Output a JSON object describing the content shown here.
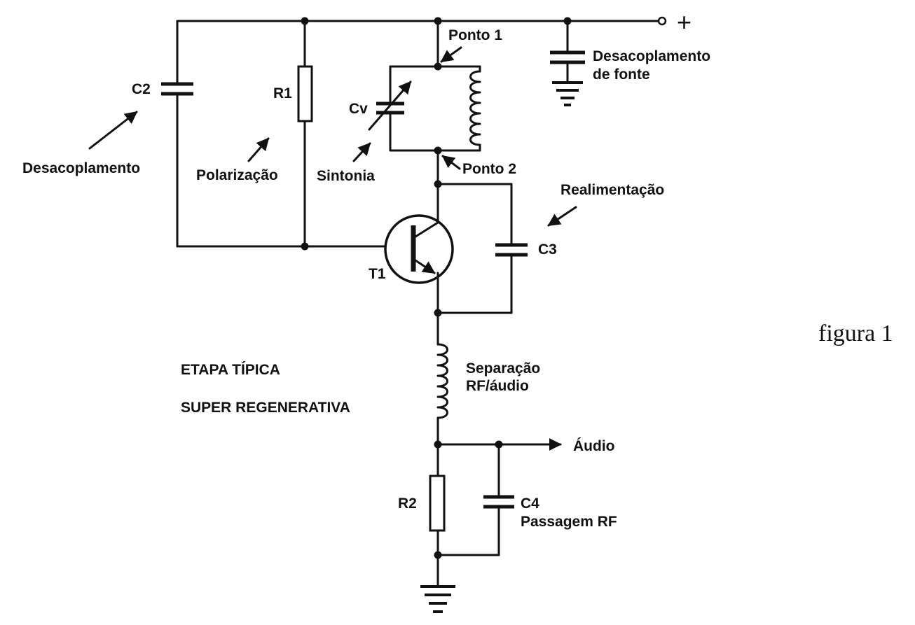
{
  "labels": {
    "plus": "+",
    "ponto1": "Ponto 1",
    "ponto2": "Ponto 2",
    "desac_fonte_1": "Desacoplamento",
    "desac_fonte_2": "de fonte",
    "c2": "C2",
    "r1": "R1",
    "cv": "Cv",
    "desacoplamento": "Desacoplamento",
    "polarizacao": "Polarização",
    "sintonia": "Sintonia",
    "realimentacao": "Realimentação",
    "c3": "C3",
    "t1": "T1",
    "figura": "figura 1",
    "etapa": "ETAPA TÍPICA",
    "super": "SUPER REGENERATIVA",
    "separacao_1": "Separação",
    "separacao_2": "RF/áudio",
    "audio": "Áudio",
    "r2": "R2",
    "c4": "C4",
    "passagem": "Passagem RF"
  }
}
